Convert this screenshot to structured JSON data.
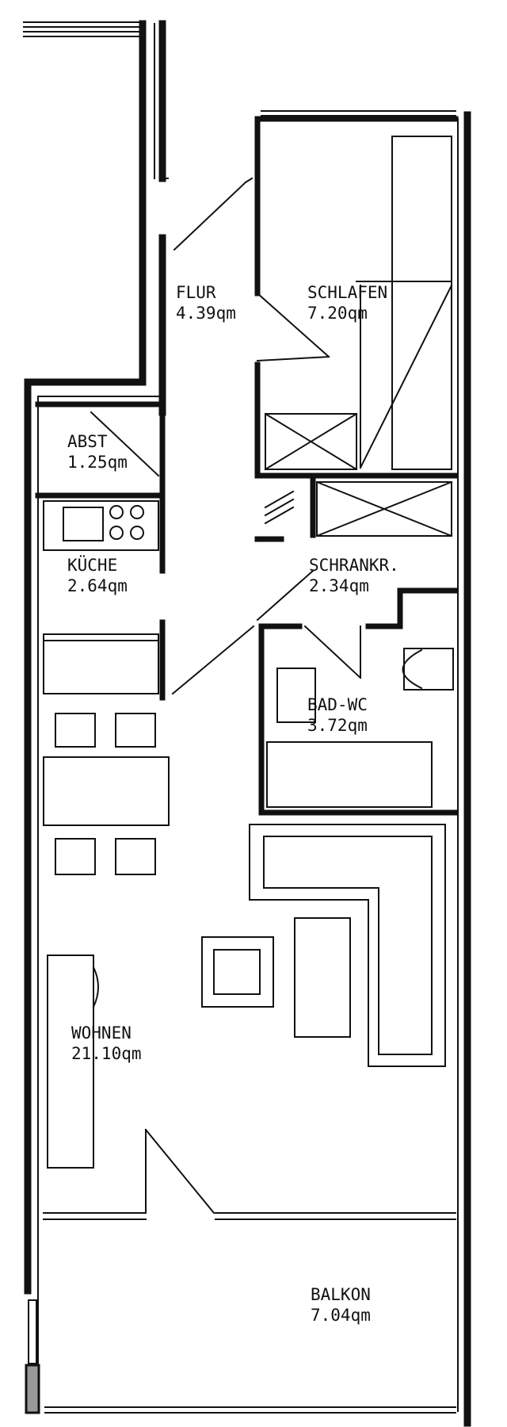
{
  "rooms": {
    "flur": {
      "name": "FLUR",
      "area": "4.39qm"
    },
    "schlafen": {
      "name": "SCHLAFEN",
      "area": "7.20qm"
    },
    "abst": {
      "name": "ABST",
      "area": "1.25qm"
    },
    "kueche": {
      "name": "KÜCHE",
      "area": "2.64qm"
    },
    "schrank": {
      "name": "SCHRANKR.",
      "area": "2.34qm"
    },
    "bad": {
      "name": "BAD-WC",
      "area": "3.72qm"
    },
    "wohnen": {
      "name": "WOHNEN",
      "area": "21.10qm"
    },
    "balkon": {
      "name": "BALKON",
      "area": "7.04qm"
    }
  },
  "colors": {
    "ink": "#111111",
    "paper": "#ffffff"
  }
}
